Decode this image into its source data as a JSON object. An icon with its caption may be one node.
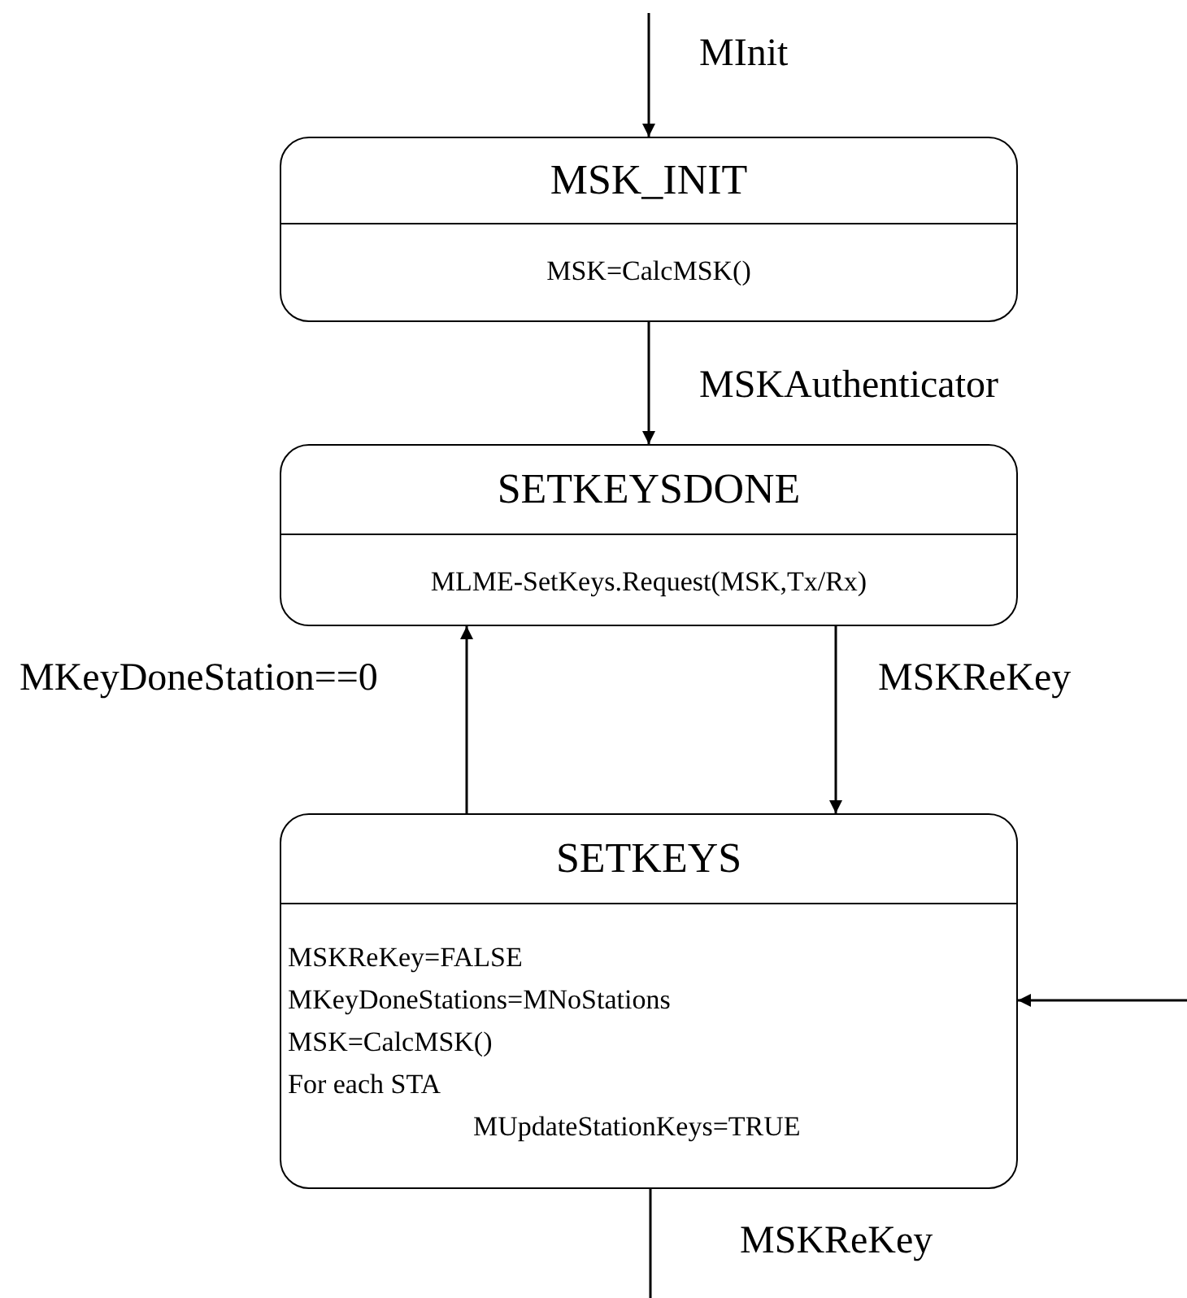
{
  "diagram": {
    "nodes": [
      {
        "text": [
          "MSK_INIT",
          "MSK=CalcMSK()"
        ]
      },
      {
        "text": [
          "SETKEYSDONE",
          "MLME-SetKeys.Request(MSK,Tx/Rx)"
        ]
      },
      {
        "text": [
          "SETKEYS",
          "MSKReKey=FALSE",
          "MKeyDoneStations=MNoStations",
          "MSK=CalcMSK()",
          "For each STA",
          "MUpdateStationKeys=TRUE"
        ]
      }
    ],
    "edges": [
      {
        "from": null,
        "to": 0,
        "arrow": "to",
        "label": "MInit"
      },
      {
        "from": 0,
        "to": 1,
        "arrow": "to",
        "label": "MSKAuthenticator"
      },
      {
        "from": 2,
        "to": 1,
        "arrow": "to",
        "label": "MKeyDoneStation==0"
      },
      {
        "from": 1,
        "to": 2,
        "arrow": "to",
        "label": "MSKReKey"
      },
      {
        "from": null,
        "to": 2,
        "arrow": "to"
      },
      {
        "from": 2,
        "to": null,
        "arrow": "none",
        "label": "MSKReKey"
      }
    ]
  }
}
